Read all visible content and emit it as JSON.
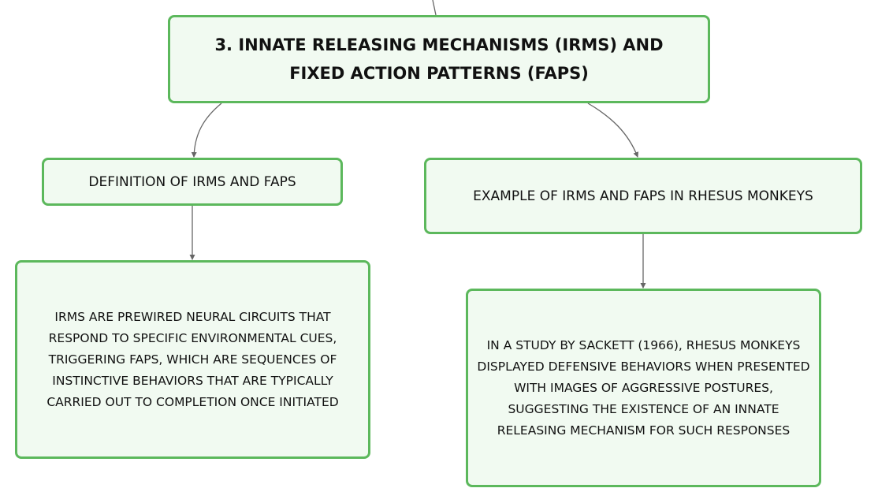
{
  "nodes": {
    "root": "3. INNATE RELEASING MECHANISMS (IRMS) AND FIXED ACTION PATTERNS (FAPS)",
    "definition": "DEFINITION OF IRMS AND FAPS",
    "example": "EXAMPLE OF IRMS AND FAPS IN RHESUS MONKEYS",
    "definition_detail": "IRMS ARE PREWIRED NEURAL CIRCUITS THAT RESPOND TO SPECIFIC ENVIRONMENTAL CUES, TRIGGERING FAPS, WHICH ARE SEQUENCES OF INSTINCTIVE BEHAVIORS THAT ARE TYPICALLY CARRIED OUT TO COMPLETION ONCE INITIATED",
    "example_detail": "IN A STUDY BY SACKETT (1966), RHESUS MONKEYS DISPLAYED DEFENSIVE BEHAVIORS WHEN PRESENTED WITH IMAGES OF AGGRESSIVE POSTURES, SUGGESTING THE EXISTENCE OF AN INNATE RELEASING MECHANISM FOR SUCH RESPONSES"
  },
  "colors": {
    "node_border": "#5cb85c",
    "node_fill": "#f1faf1",
    "connector": "#666666"
  }
}
